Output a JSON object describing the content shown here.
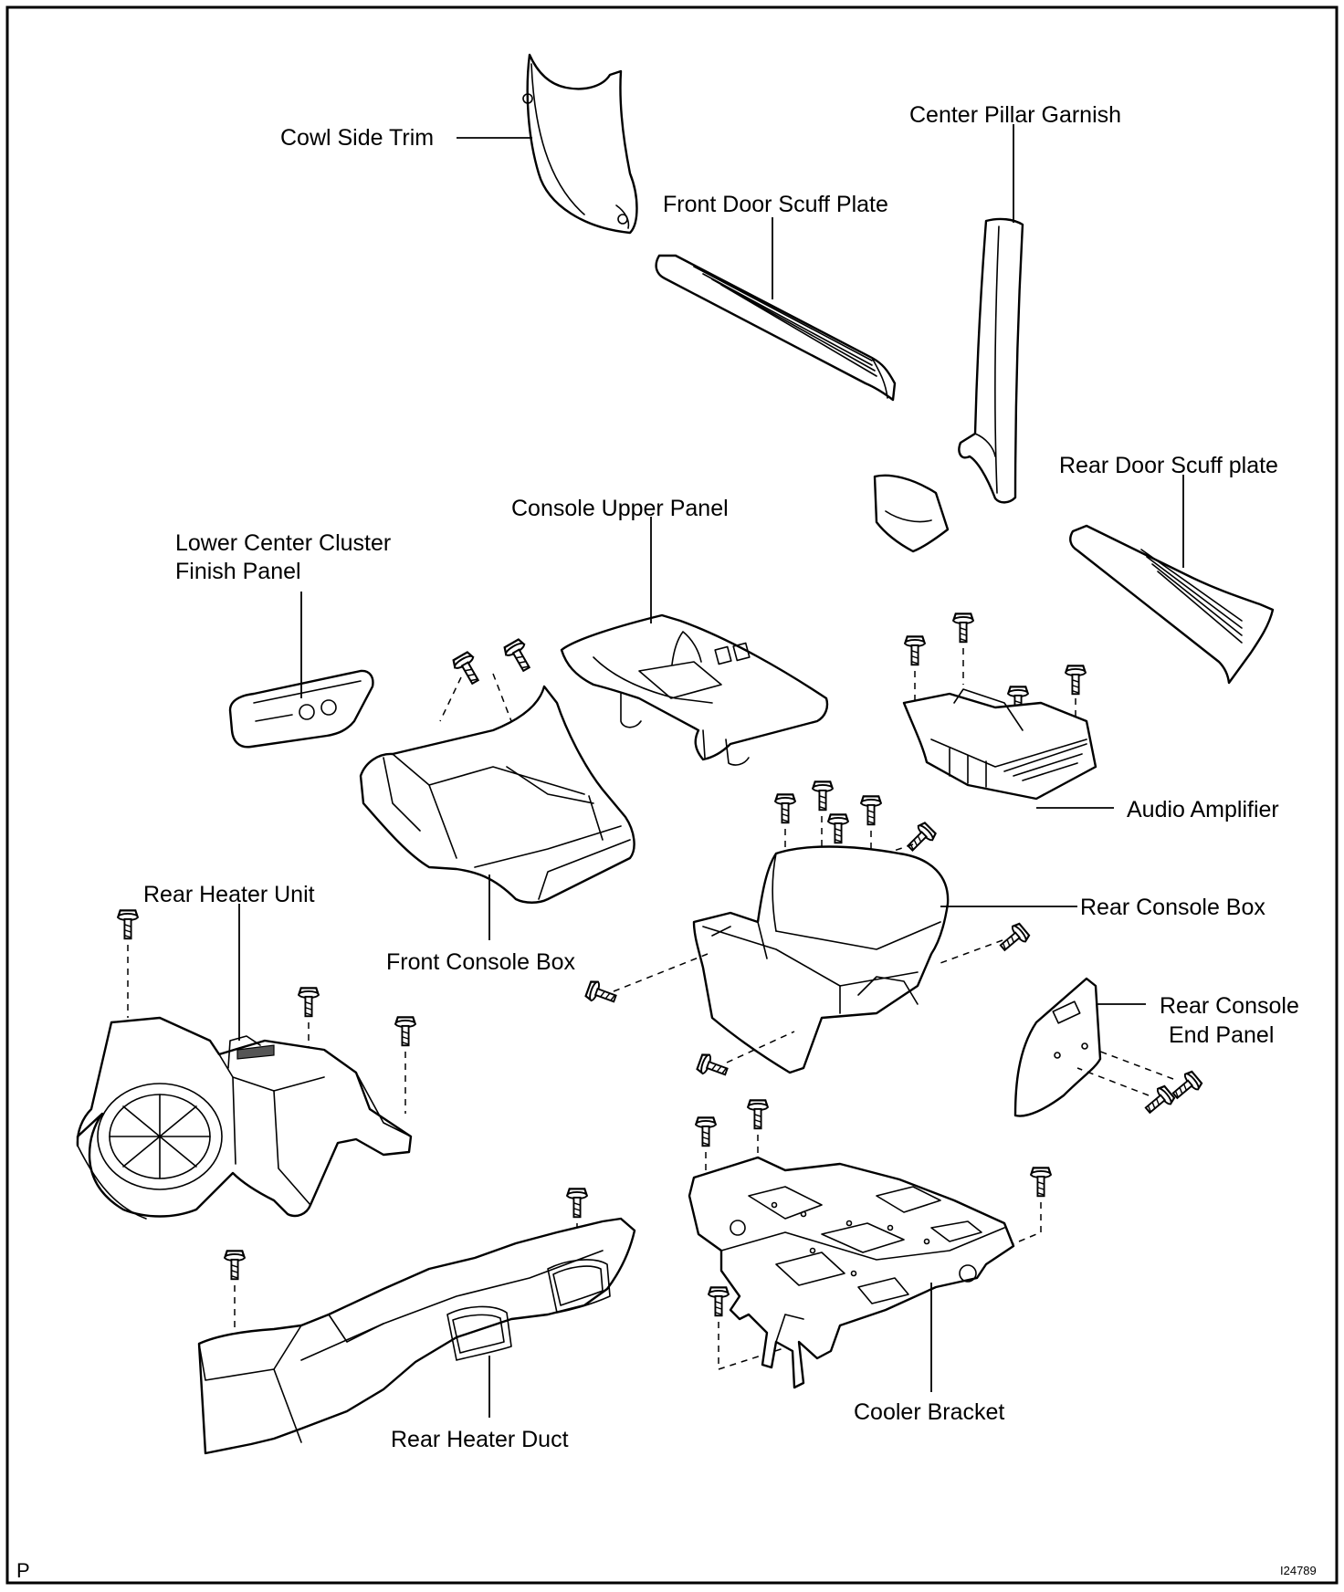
{
  "labels": {
    "cowl_side_trim": "Cowl Side Trim",
    "center_pillar_garnish": "Center Pillar Garnish",
    "front_door_scuff_plate": "Front Door Scuff Plate",
    "rear_door_scuff_plate": "Rear Door Scuff plate",
    "console_upper_panel": "Console Upper Panel",
    "lower_center_cluster_line1": "Lower Center Cluster",
    "lower_center_cluster_line2": "Finish Panel",
    "audio_amplifier": "Audio Amplifier",
    "rear_console_box": "Rear Console Box",
    "rear_heater_unit": "Rear Heater Unit",
    "front_console_box": "Front Console Box",
    "rear_console_end_panel_line1": "Rear Console",
    "rear_console_end_panel_line2": "End Panel",
    "cooler_bracket": "Cooler Bracket",
    "rear_heater_duct": "Rear Heater Duct"
  },
  "footer": {
    "left_mark": "P",
    "figure_id": "I24789"
  }
}
